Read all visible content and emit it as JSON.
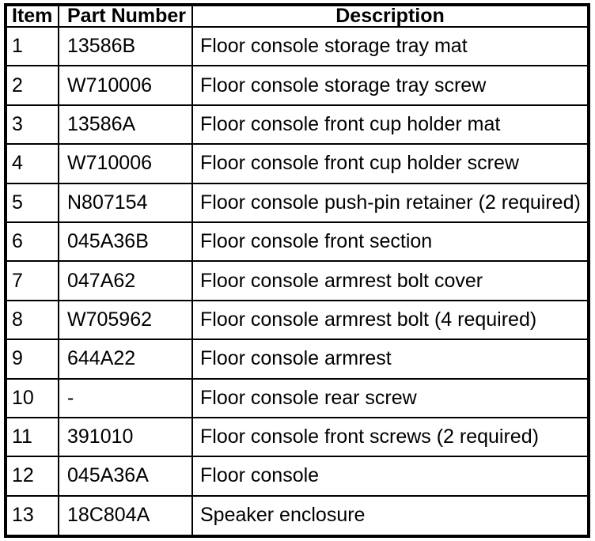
{
  "page": {
    "background_color": "#ffffff",
    "border_color": "#000000",
    "text_color": "#000000"
  },
  "table": {
    "columns": [
      {
        "key": "item",
        "label": "Item"
      },
      {
        "key": "part_number",
        "label": "Part Number"
      },
      {
        "key": "description",
        "label": "Description"
      }
    ],
    "rows": [
      {
        "item": "1",
        "part_number": "13586B",
        "description": "Floor console storage tray mat"
      },
      {
        "item": "2",
        "part_number": "W710006",
        "description": "Floor console storage tray screw"
      },
      {
        "item": "3",
        "part_number": "13586A",
        "description": "Floor console front cup holder mat"
      },
      {
        "item": "4",
        "part_number": "W710006",
        "description": "Floor console front cup holder screw"
      },
      {
        "item": "5",
        "part_number": "N807154",
        "description": "Floor console push-pin retainer (2 required)"
      },
      {
        "item": "6",
        "part_number": "045A36B",
        "description": "Floor console front section"
      },
      {
        "item": "7",
        "part_number": "047A62",
        "description": "Floor console armrest bolt cover"
      },
      {
        "item": "8",
        "part_number": "W705962",
        "description": "Floor console armrest bolt (4 required)"
      },
      {
        "item": "9",
        "part_number": "644A22",
        "description": "Floor console armrest"
      },
      {
        "item": "10",
        "part_number": "-",
        "description": "Floor console rear screw"
      },
      {
        "item": "11",
        "part_number": "391010",
        "description": "Floor console front screws (2 required)"
      },
      {
        "item": "12",
        "part_number": "045A36A",
        "description": "Floor console"
      },
      {
        "item": "13",
        "part_number": "18C804A",
        "description": "Speaker enclosure"
      }
    ]
  }
}
